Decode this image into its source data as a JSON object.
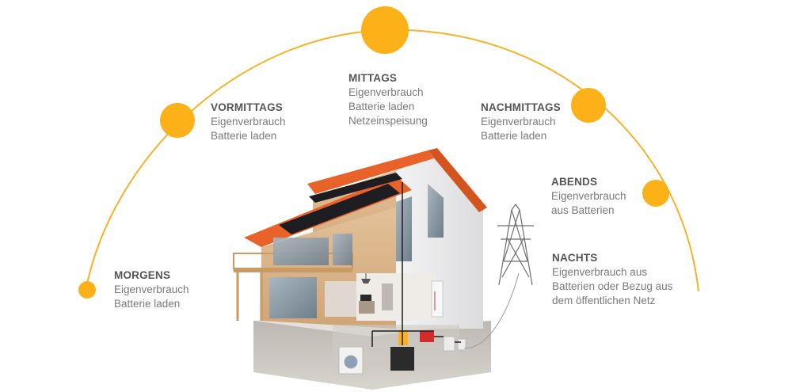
{
  "colors": {
    "sun": "#FBB117",
    "arc": "#F5B32A",
    "roof": "#E8622A",
    "panel": "#1E1E22",
    "wood": "#D9B48A",
    "wall": "#E9E9EB",
    "ground": "#C9C5BF",
    "text_title": "#555555",
    "text_body": "#7A7A7A"
  },
  "stages": [
    {
      "id": "morning",
      "title": "MORGENS",
      "lines": [
        "Eigenverbrauch",
        "Batterie laden"
      ],
      "icon": "sun-icon"
    },
    {
      "id": "forenoon",
      "title": "VORMITTAGS",
      "lines": [
        "Eigenverbrauch",
        "Batterie laden"
      ],
      "icon": "sun-icon"
    },
    {
      "id": "noon",
      "title": "MITTAGS",
      "lines": [
        "Eigenverbrauch",
        "Batterie laden",
        "Netzeinspeisung"
      ],
      "icon": "sun-icon"
    },
    {
      "id": "afternoon",
      "title": "NACHMITTAGS",
      "lines": [
        "Eigenverbrauch",
        "Batterie laden"
      ],
      "icon": "sun-icon"
    },
    {
      "id": "evening",
      "title": "ABENDS",
      "lines": [
        "Eigenverbrauch",
        "aus Batterien"
      ],
      "icon": "sun-and-moon-icon"
    },
    {
      "id": "night",
      "title": "NACHTS",
      "lines": [
        "Eigenverbrauch aus",
        "Batterien oder Bezug aus",
        "dem öffentlichen Netz"
      ],
      "icon": "moon-icon"
    }
  ]
}
